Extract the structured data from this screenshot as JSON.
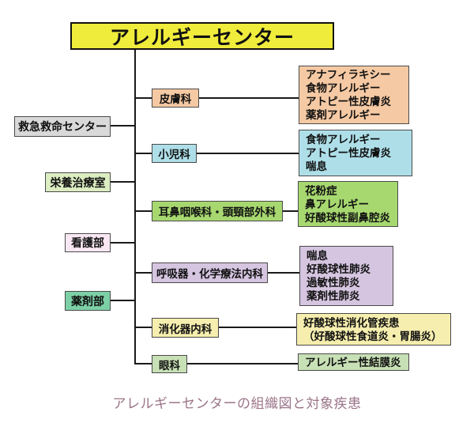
{
  "title": {
    "label": "アレルギーセンター",
    "bg": "#f0ec3c"
  },
  "caption": "アレルギーセンターの組織図と対象疾患",
  "colors": {
    "line": "#1a1a1a",
    "caption_text": "#9b7588"
  },
  "support_departments": [
    {
      "label": "救急救命センター",
      "bg": "#d9d9d9"
    },
    {
      "label": "栄養治療室",
      "bg": "#dcedc2"
    },
    {
      "label": "看護部",
      "bg": "#f9e8f3"
    },
    {
      "label": "薬剤部",
      "bg": "#7dd0a6"
    }
  ],
  "departments": [
    {
      "label": "皮膚科",
      "bg": "#f5c9a3",
      "diseases": [
        "アナフィラキシー",
        "食物アレルギー",
        "アトピー性皮膚炎",
        "薬剤アレルギー"
      ]
    },
    {
      "label": "小児科",
      "bg": "#aedfe9",
      "diseases": [
        "食物アレルギー",
        "アトピー性皮膚炎",
        "喘息"
      ]
    },
    {
      "label": "耳鼻咽喉科・頭頸部外科",
      "bg": "#a7d870",
      "diseases": [
        "花粉症",
        "鼻アレルギー",
        "好酸球性副鼻腔炎"
      ]
    },
    {
      "label": "呼吸器・化学療法内科",
      "bg": "#d5c5e0",
      "diseases": [
        "喘息",
        "好酸球性肺炎",
        "過敏性肺炎",
        "薬剤性肺炎"
      ]
    },
    {
      "label": "消化器内科",
      "bg": "#f6eeae",
      "diseases": [
        "好酸球性消化管疾患",
        "（好酸球性食道炎・胃腸炎）"
      ]
    },
    {
      "label": "眼科",
      "bg": "#c7e0b5",
      "diseases": [
        "アレルギー性結膜炎"
      ]
    }
  ]
}
